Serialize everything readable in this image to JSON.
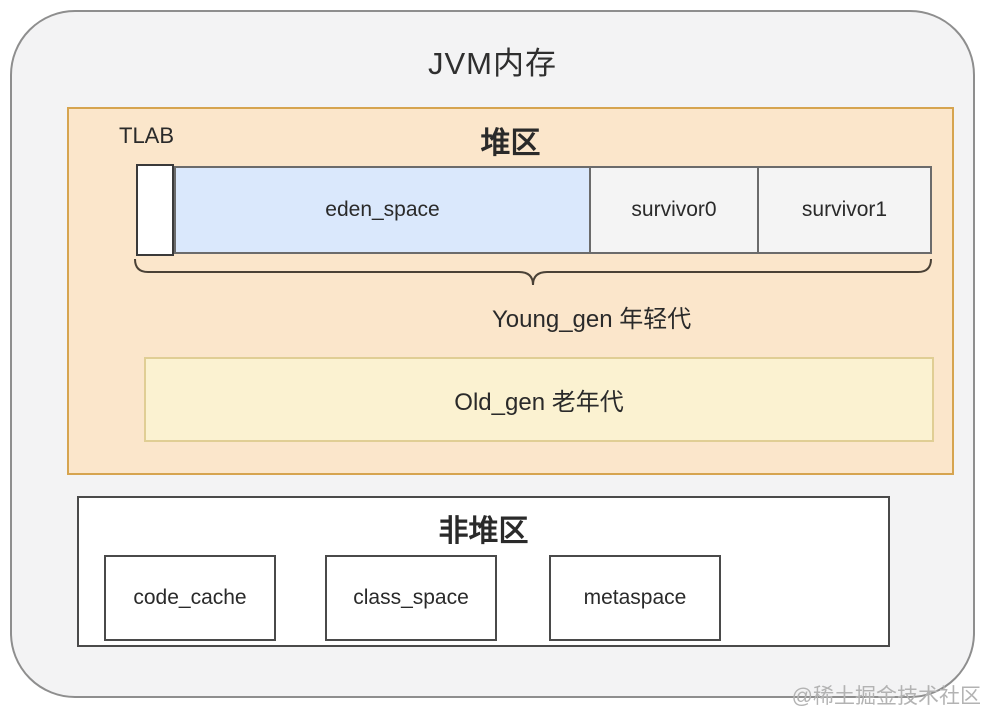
{
  "page": {
    "watermark": "@稀土掘金技术社区"
  },
  "diagram": {
    "title": "JVM内存",
    "heap": {
      "title": "堆区",
      "tlab_label": "TLAB",
      "segments": [
        {
          "label": "eden_space"
        },
        {
          "label": "survivor0"
        },
        {
          "label": "survivor1"
        }
      ],
      "young_gen_label": "Young_gen 年轻代",
      "old_gen_label": "Old_gen 老年代"
    },
    "non_heap": {
      "title": "非堆区",
      "items": [
        {
          "label": "code_cache"
        },
        {
          "label": "class_space"
        },
        {
          "label": "metaspace"
        }
      ]
    },
    "colors": {
      "outer_bg": "#F3F3F4",
      "outer_border": "#8E8E8E",
      "heap_bg": "#FBE6CB",
      "heap_border": "#D6A44F",
      "eden_bg": "#DAE8FC",
      "survivor_bg": "#F4F4F4",
      "segment_border": "#6B6B6B",
      "tlab_bg": "#FFFFFF",
      "tlab_border": "#3A3A3A",
      "old_gen_bg": "#FBF2D1",
      "old_gen_border": "#E0CE94",
      "non_heap_bg": "#FFFFFF",
      "non_heap_border": "#4A4A4A",
      "brace_stroke": "#4A4136",
      "text": "#2A2A2A",
      "watermark": "#B3B3B3"
    }
  }
}
